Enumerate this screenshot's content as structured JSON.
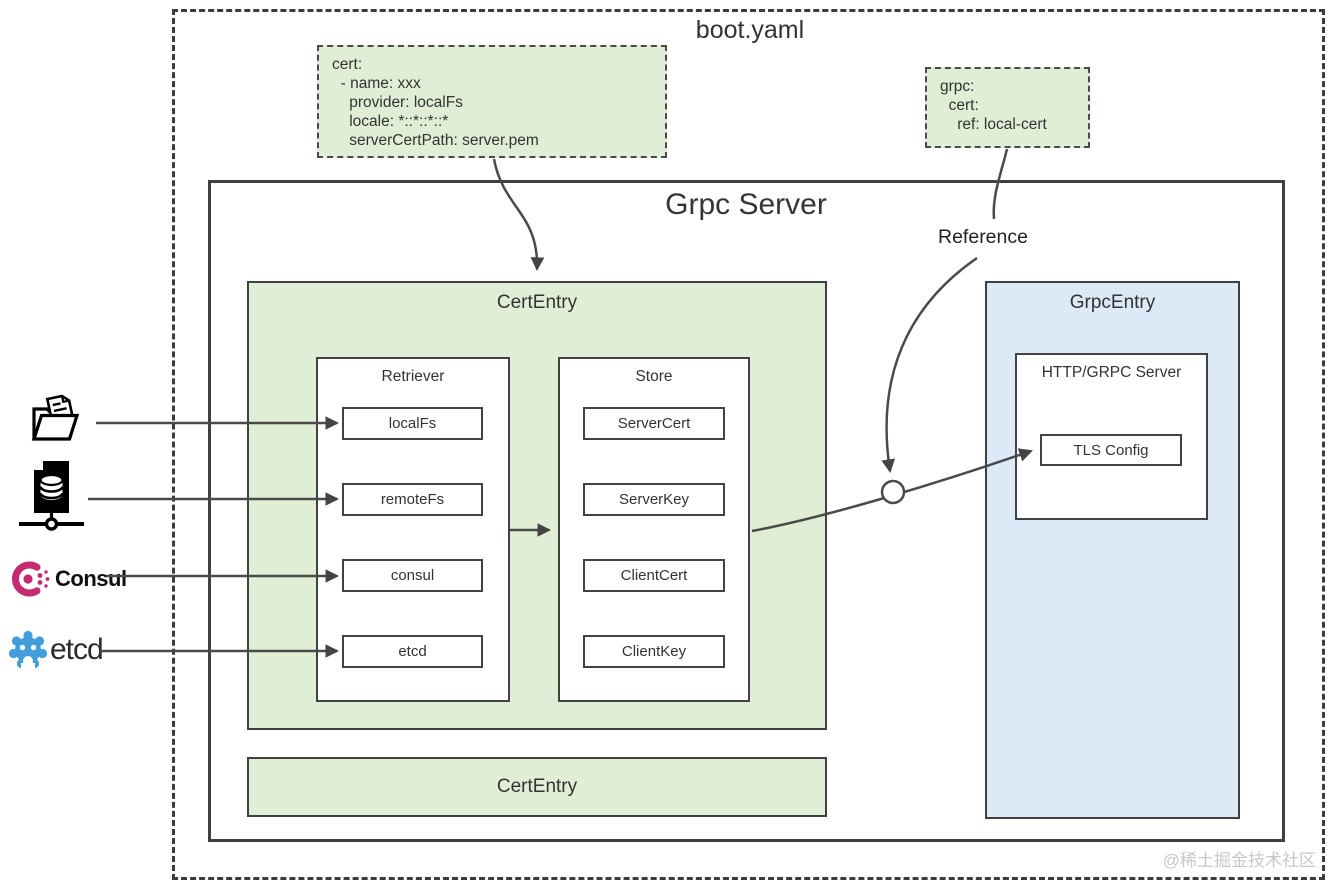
{
  "header": {
    "title": "boot.yaml"
  },
  "yaml_cert": {
    "lines": [
      "cert:",
      "  - name: xxx",
      "    provider: localFs",
      "    locale: *::*::*::*",
      "    serverCertPath: server.pem"
    ]
  },
  "yaml_grpc": {
    "lines": [
      "grpc:",
      "  cert:",
      "    ref: local-cert"
    ]
  },
  "grpc_server": {
    "title": "Grpc Server",
    "reference_label": "Reference"
  },
  "cert_entry": {
    "title": "CertEntry",
    "retriever": {
      "title": "Retriever",
      "items": [
        "localFs",
        "remoteFs",
        "consul",
        "etcd"
      ]
    },
    "store": {
      "title": "Store",
      "items": [
        "ServerCert",
        "ServerKey",
        "ClientCert",
        "ClientKey"
      ]
    }
  },
  "grpc_entry": {
    "title": "GrpcEntry",
    "http_server": {
      "title": "HTTP/GRPC Server",
      "tls_config": "TLS Config"
    }
  },
  "cert_entry_bottom": {
    "title": "CertEntry"
  },
  "sources": {
    "consul_label": "Consul",
    "etcd_label": "etcd",
    "icons": [
      "folder-document-icon",
      "remote-database-file-icon",
      "consul-logo-icon",
      "etcd-logo-icon"
    ]
  },
  "watermark": "@稀土掘金技术社区",
  "colors": {
    "green_fill": "#dfeed5",
    "blue_fill": "#dce9f6",
    "box_border": "#404040",
    "line": "#4a4a4a",
    "consul_pink": "#c62a71",
    "etcd_blue": "#419eda",
    "watermark_gray": "#c8c8c8"
  }
}
